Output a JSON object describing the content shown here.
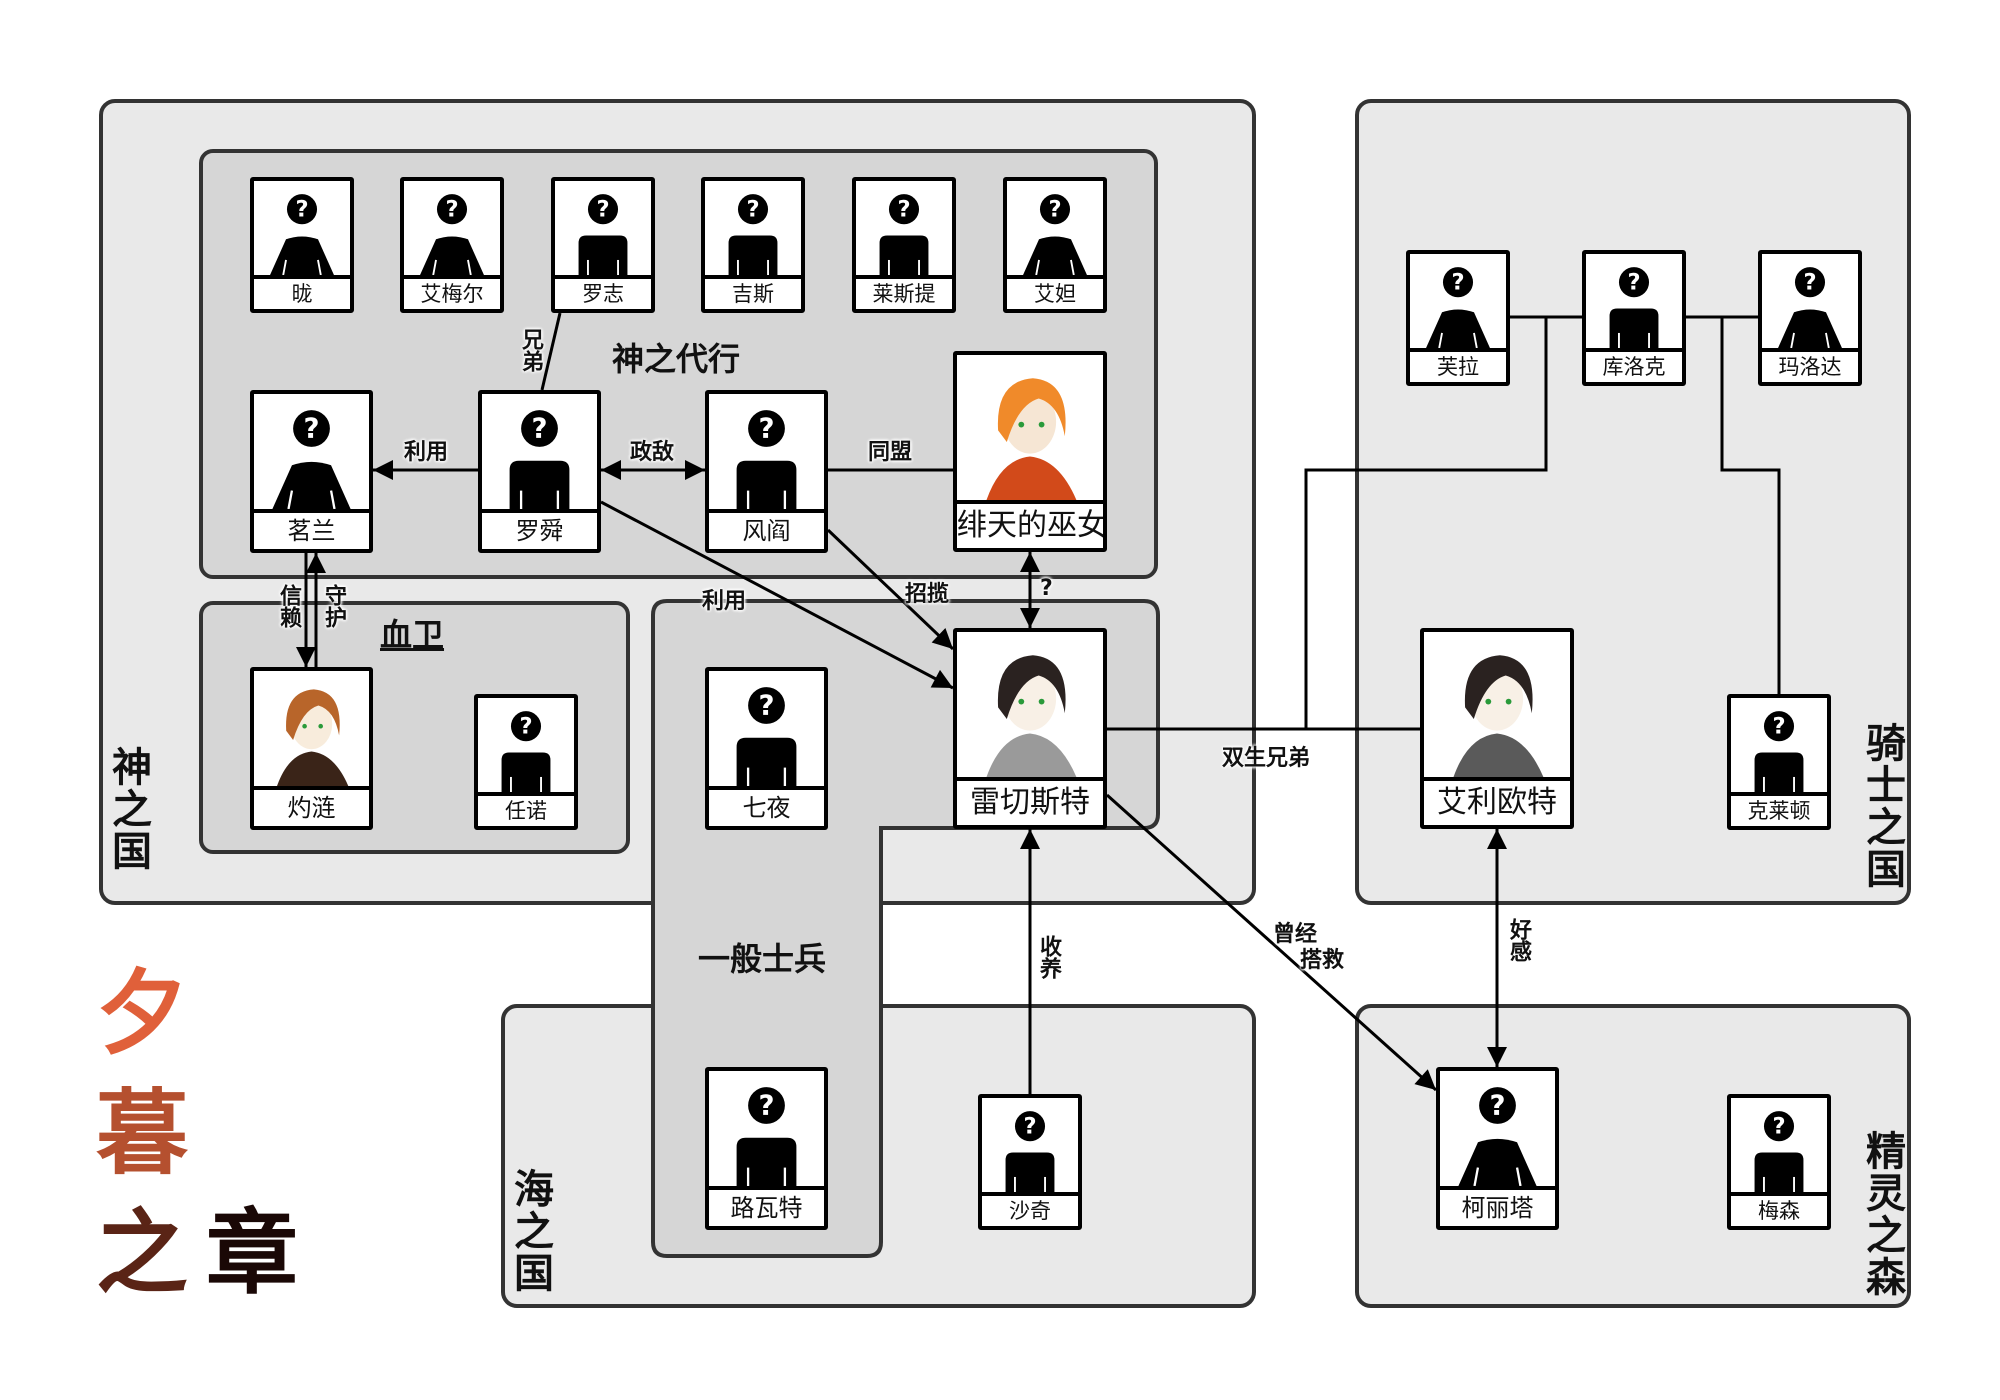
{
  "title": {
    "chars": [
      "夕",
      "暮",
      "之",
      "章"
    ],
    "colors": [
      "#e0603a",
      "#b5502f",
      "#5a2416",
      "#1a0806"
    ]
  },
  "regions": {
    "god_country": "神之国",
    "knight_country": "骑士之国",
    "sea_country": "海之国",
    "elf_forest": "精灵之森"
  },
  "groups": {
    "god_agents": "神之代行",
    "blood_guard": "血卫",
    "soldiers": "一般士兵"
  },
  "characters": {
    "long": {
      "name": "昽",
      "portrait": "unknown-female"
    },
    "aimeier": {
      "name": "艾梅尔",
      "portrait": "unknown-female"
    },
    "luozhi": {
      "name": "罗志",
      "portrait": "unknown-male"
    },
    "jisi": {
      "name": "吉斯",
      "portrait": "unknown-male"
    },
    "laisiti": {
      "name": "莱斯提",
      "portrait": "unknown-male"
    },
    "aida": {
      "name": "艾妲",
      "portrait": "unknown-female"
    },
    "minglan": {
      "name": "茗兰",
      "portrait": "unknown-female"
    },
    "luoshun": {
      "name": "罗舜",
      "portrait": "unknown-male"
    },
    "fengyan": {
      "name": "风阎",
      "portrait": "unknown-male"
    },
    "feitian": {
      "name": "绯天的巫女",
      "portrait": "orange-haired-girl"
    },
    "zhuolian": {
      "name": "灼涟",
      "portrait": "brown-haired-youth"
    },
    "rennuo": {
      "name": "任诺",
      "portrait": "unknown-male"
    },
    "qiye": {
      "name": "七夜",
      "portrait": "unknown-male"
    },
    "leiqiesite": {
      "name": "雷切斯特",
      "portrait": "dark-haired-youth"
    },
    "fula": {
      "name": "芙拉",
      "portrait": "unknown-female"
    },
    "kuoluoke": {
      "name": "库洛克",
      "portrait": "unknown-male"
    },
    "maluoda": {
      "name": "玛洛达",
      "portrait": "unknown-female"
    },
    "aliote": {
      "name": "艾利欧特",
      "portrait": "ponytail-youth"
    },
    "kelaidun": {
      "name": "克莱顿",
      "portrait": "unknown-male"
    },
    "luwate": {
      "name": "路瓦特",
      "portrait": "unknown-male"
    },
    "shaqi": {
      "name": "沙奇",
      "portrait": "unknown-male"
    },
    "kelita": {
      "name": "柯丽塔",
      "portrait": "unknown-female"
    },
    "meisen": {
      "name": "梅森",
      "portrait": "unknown-male"
    }
  },
  "relations": {
    "brothers": "兄弟",
    "use_minglan": "利用",
    "rivals": "政敌",
    "alliance": "同盟",
    "trust": "信赖",
    "protect": "守护",
    "use_leiqiesite": "利用",
    "recruit": "招揽",
    "unknown": "?",
    "twins": "双生兄弟",
    "once_rescued": [
      "曾经",
      "搭救"
    ],
    "adopted": "收养",
    "affection": "好感"
  },
  "edges": [
    {
      "from": "luoshun",
      "to": "luozhi",
      "label": "兄弟",
      "type": "line"
    },
    {
      "from": "luoshun",
      "to": "minglan",
      "label": "利用",
      "type": "arrow"
    },
    {
      "from": "luoshun",
      "to": "fengyan",
      "label": "政敌",
      "type": "double-arrow"
    },
    {
      "from": "fengyan",
      "to": "feitian",
      "label": "同盟",
      "type": "line"
    },
    {
      "from": "minglan",
      "to": "zhuolian",
      "label": "信赖",
      "type": "arrow"
    },
    {
      "from": "zhuolian",
      "to": "minglan",
      "label": "守护",
      "type": "arrow"
    },
    {
      "from": "luoshun",
      "to": "leiqiesite",
      "label": "利用",
      "type": "arrow"
    },
    {
      "from": "fengyan",
      "to": "leiqiesite",
      "label": "招揽",
      "type": "arrow"
    },
    {
      "from": "feitian",
      "to": "leiqiesite",
      "label": "?",
      "type": "double-arrow"
    },
    {
      "from": "leiqiesite",
      "to": "aliote",
      "label": "双生兄弟",
      "type": "line"
    },
    {
      "from": "leiqiesite",
      "to": "kelita",
      "label": "曾经搭救",
      "type": "arrow"
    },
    {
      "from": "shaqi",
      "to": "leiqiesite",
      "label": "收养",
      "type": "arrow"
    },
    {
      "from": "kelita",
      "to": "aliote",
      "label": "好感",
      "type": "double-arrow"
    },
    {
      "from": "fula",
      "to": "kuoluoke",
      "type": "family-line"
    },
    {
      "from": "kuoluoke",
      "to": "maluoda",
      "type": "family-line"
    }
  ]
}
